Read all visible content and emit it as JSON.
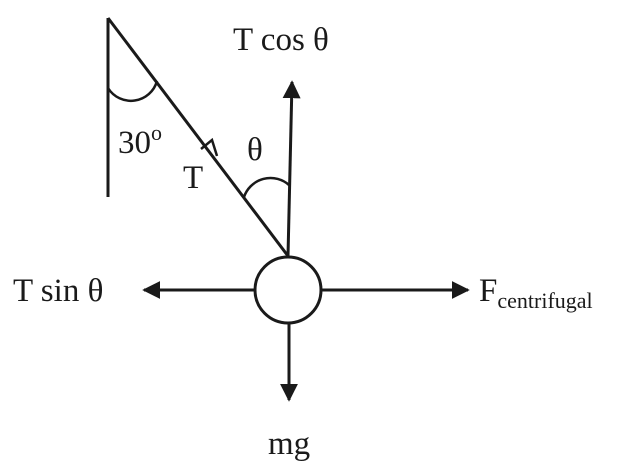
{
  "diagram": {
    "labels": {
      "angle_value": "30",
      "angle_degree": "o",
      "theta": "θ",
      "tension": "T",
      "vertical_component": "T cos θ",
      "horizontal_component": "T sin θ",
      "centrifugal_main": "F",
      "centrifugal_sub": "centrifugal",
      "weight": "mg"
    },
    "colors": {
      "stroke": "#1a1a1a",
      "background": "#ffffff"
    }
  }
}
